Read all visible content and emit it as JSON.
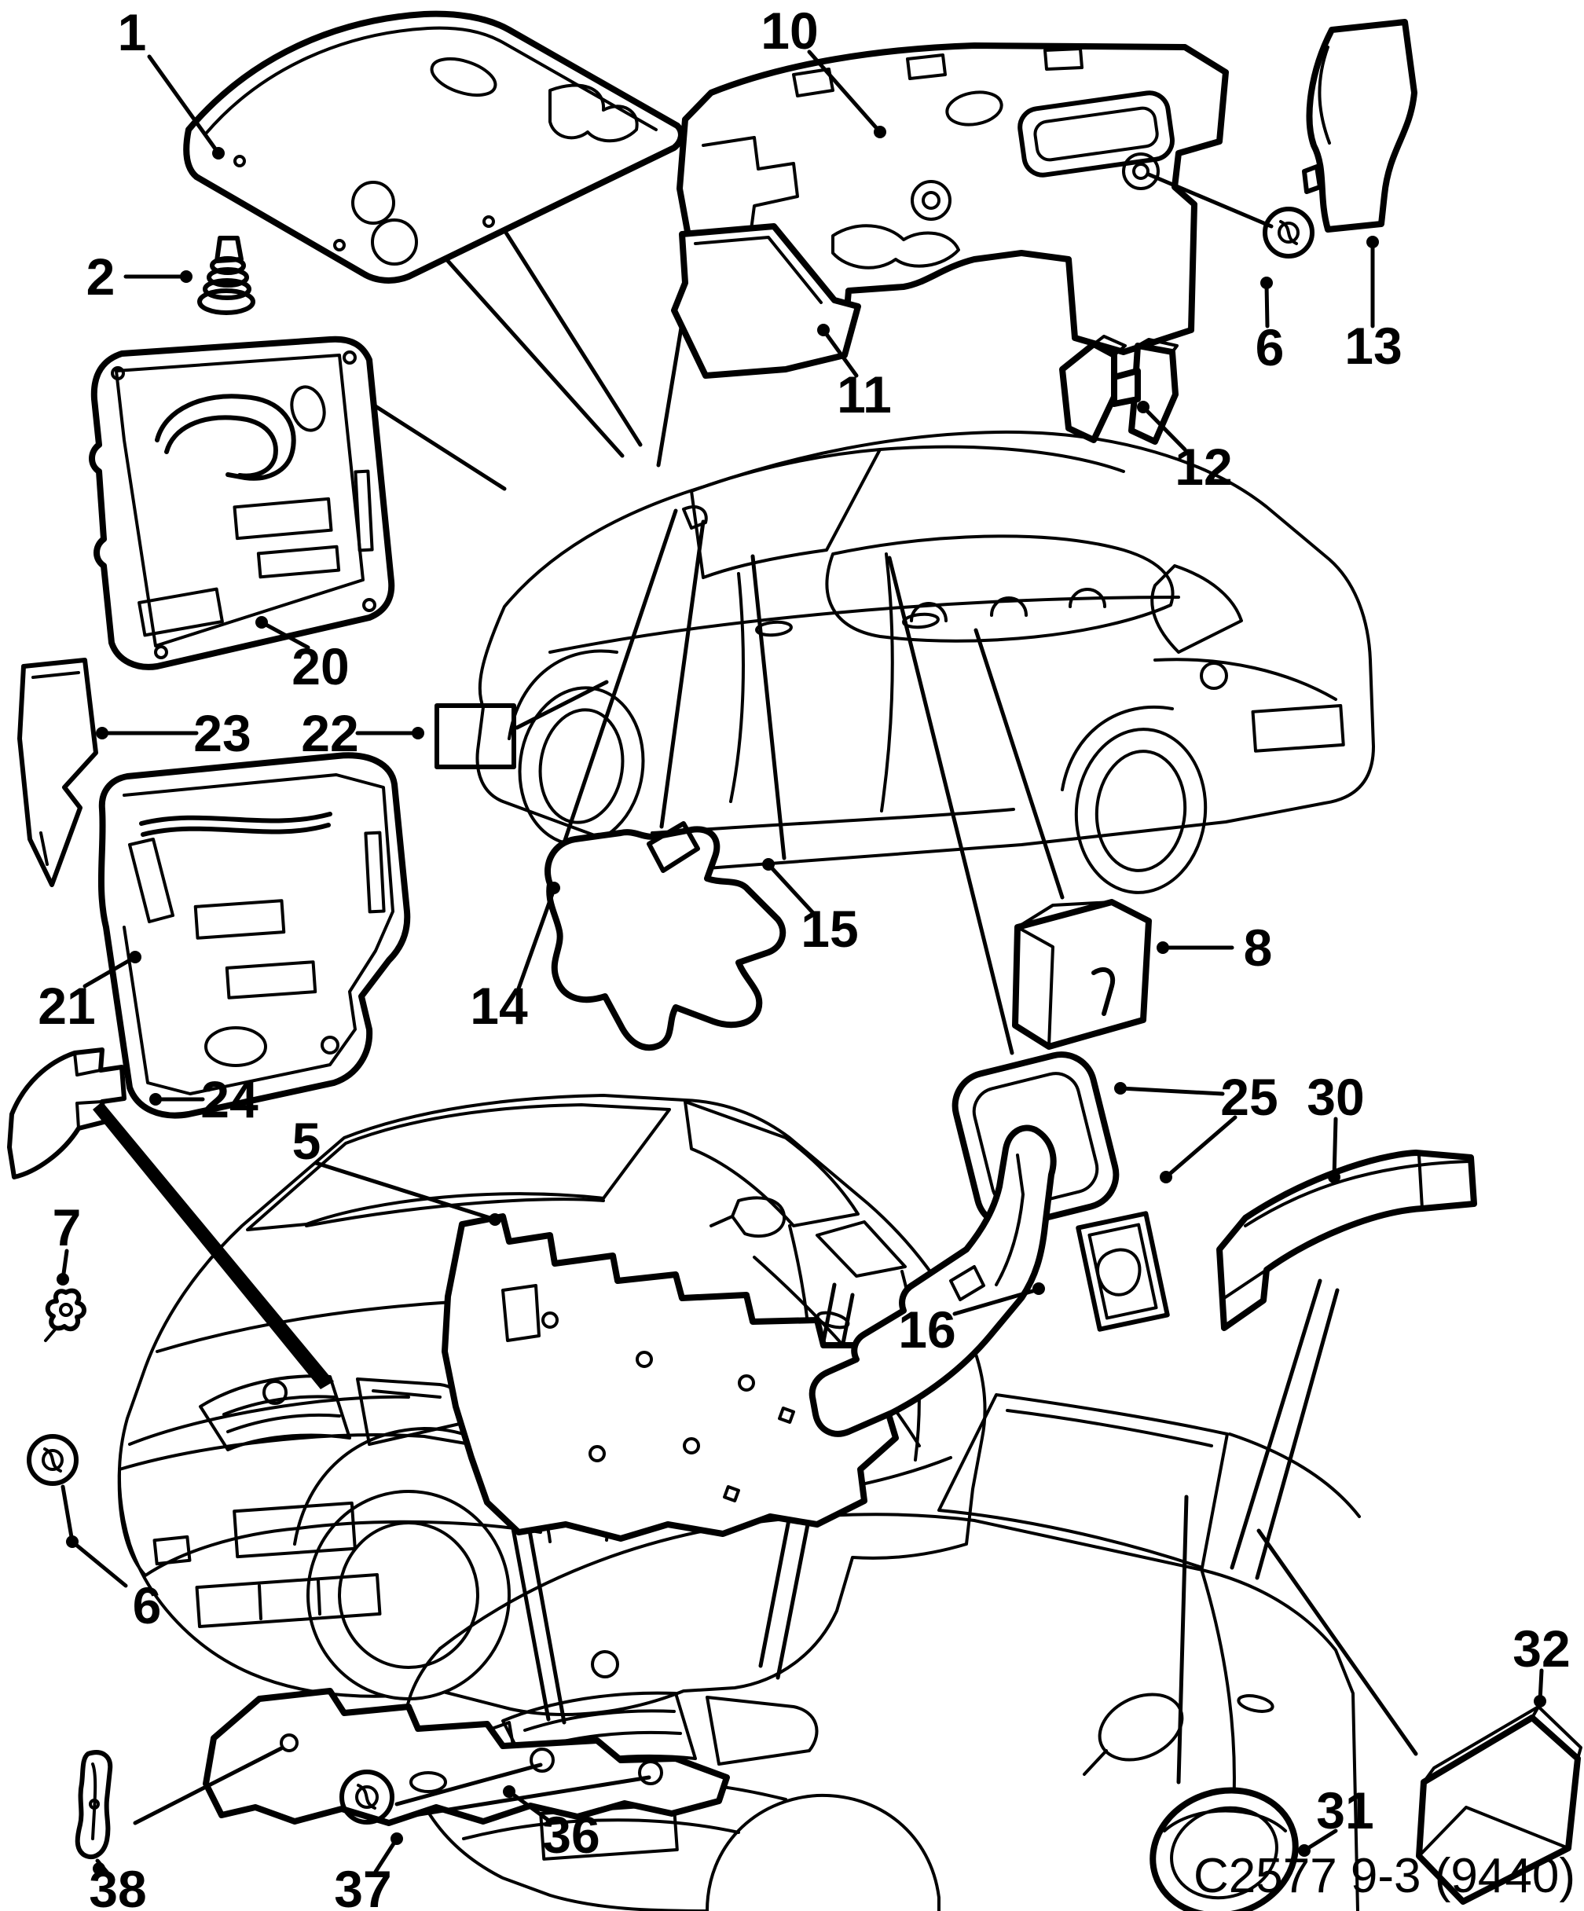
{
  "diagram": {
    "caption": "C2577 9-3 (9440)",
    "callouts": {
      "c1": "1",
      "c2": "2",
      "c5": "5",
      "c6_top": "6",
      "c6_bottom": "6",
      "c7": "7",
      "c8": "8",
      "c10": "10",
      "c11": "11",
      "c12": "12",
      "c13": "13",
      "c14": "14",
      "c15": "15",
      "c16": "16",
      "c20": "20",
      "c21": "21",
      "c22": "22",
      "c23": "23",
      "c24": "24",
      "c25": "25",
      "c30": "30",
      "c31": "31",
      "c32": "32",
      "c36": "36",
      "c37": "37",
      "c38": "38"
    }
  }
}
